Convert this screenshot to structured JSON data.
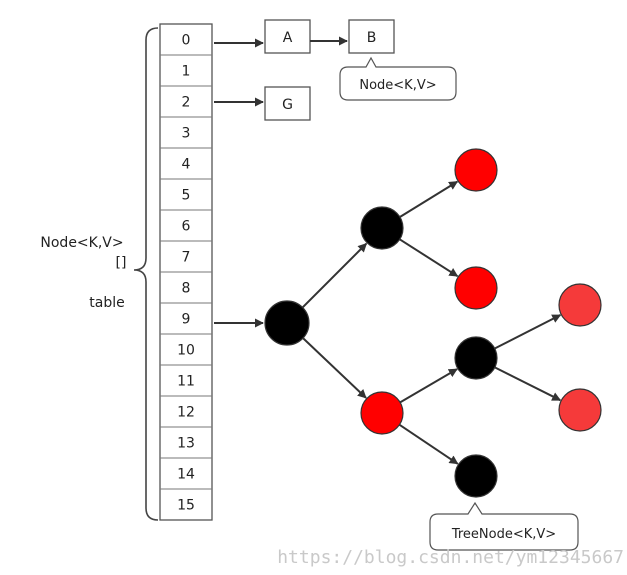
{
  "table_indices": [
    "0",
    "1",
    "2",
    "3",
    "4",
    "5",
    "6",
    "7",
    "8",
    "9",
    "10",
    "11",
    "12",
    "13",
    "14",
    "15"
  ],
  "table_label": {
    "line1": "Node<K,V>",
    "line2": "[]",
    "line3": "table"
  },
  "list_nodes": {
    "a": "A",
    "b": "B",
    "g": "G"
  },
  "callouts": {
    "node": "Node<K,V>",
    "treenode": "TreeNode<K,V>"
  },
  "tree_colors": {
    "black": "#000000",
    "red": "#ff0000",
    "red_light": "#f53a3a"
  },
  "watermark": "https://blog.csdn.net/ym12345667"
}
